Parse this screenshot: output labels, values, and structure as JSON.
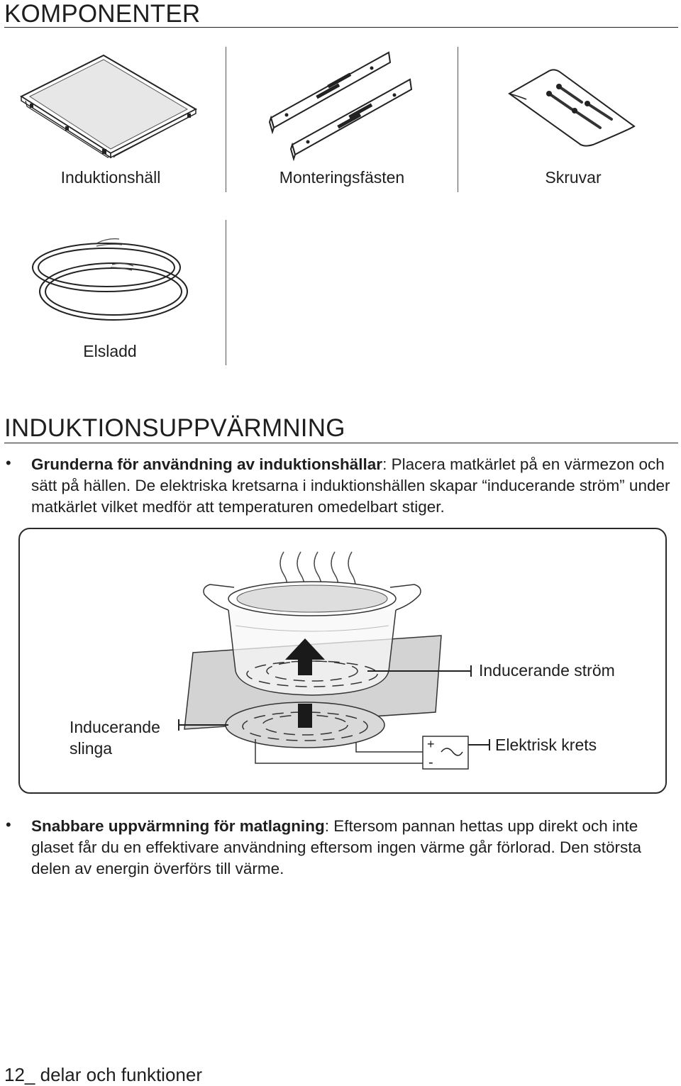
{
  "sections": {
    "components_title": "KOMPONENTER",
    "heating_title": "INDUKTIONSUPPVÄRMNING"
  },
  "components": {
    "hob": {
      "caption": "Induktionshäll",
      "icon": "induction-hob-icon"
    },
    "brackets": {
      "caption": "Monteringsfästen",
      "icon": "mounting-brackets-icon"
    },
    "screws": {
      "caption": "Skruvar",
      "icon": "screws-bag-icon"
    },
    "cable": {
      "caption": "Elsladd",
      "icon": "power-cable-icon"
    }
  },
  "bullets": [
    {
      "bold": "Grunderna för användning av induktionshällar",
      "text": ": Placera matkärlet på en värmezon och sätt på hällen. De elektriska kretsarna i induktionshällen skapar “inducerande ström” under matkärlet vilket medför att temperaturen omedelbart stiger."
    },
    {
      "bold": "Snabbare uppvärmning för matlagning",
      "text": ": Eftersom pannan hettas upp direkt och inte glaset får du en effektivare användning eftersom ingen värme går förlorad. Den största delen av energin överförs till värme."
    }
  ],
  "diagram": {
    "label_current": "Inducerande ström",
    "label_coil_1": "Inducerande",
    "label_coil_2": "slinga",
    "label_circuit": "Elektrisk krets",
    "plus": "+",
    "minus": "-"
  },
  "footer": {
    "page_number": "12_",
    "section": " delar och funktioner"
  }
}
